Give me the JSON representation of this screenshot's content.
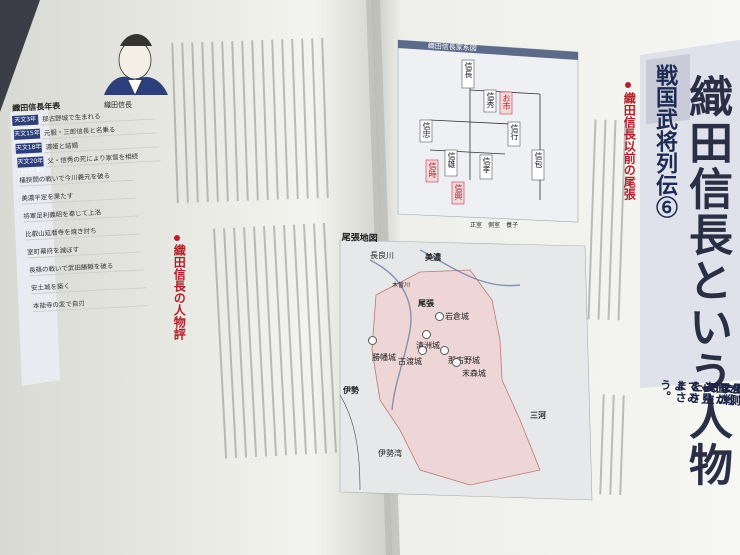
{
  "magazine": {
    "series_title": "戦国武将列伝⑥",
    "main_title": "織田信長という人物",
    "lead_lines": [
      "「天下布武」を掲げて、混沌とした戦",
      "の世を一気に駆け上がり武力による",
      "下統一まであと一歩のところまでた",
      "着いた織田信長。その人生をさまさ",
      "な側面から見てみよう。"
    ]
  },
  "left_page": {
    "portrait_caption": "織田信長",
    "chronology_title": "織田信長年表",
    "chronology": [
      {
        "year": "天文3年(1534年)",
        "text": "那古野城で生まれる"
      },
      {
        "year": "天文15年(1546年)",
        "text": "元服・三郎信長と名乗る"
      },
      {
        "year": "天文18年(1549年)",
        "text": "濃姫と結婚"
      },
      {
        "year": "天文20年(1551年)",
        "text": "父・信秀の死により家督を相続"
      },
      {
        "year": "",
        "text": "桶狭間の戦いで今川義元を破る"
      },
      {
        "year": "",
        "text": "美濃平定を果たす"
      },
      {
        "year": "",
        "text": "将軍足利義昭を奉じて上洛"
      },
      {
        "year": "",
        "text": "比叡山延暦寺を焼き討ち"
      },
      {
        "year": "",
        "text": "室町幕府を滅ぼす"
      },
      {
        "year": "",
        "text": "長篠の戦いで武田勝頼を破る"
      },
      {
        "year": "",
        "text": "安土城を築く"
      },
      {
        "year": "",
        "text": "本能寺の変で自刃"
      }
    ],
    "heading_1": "織田信長の人物評"
  },
  "right_page": {
    "family_tree_title": "織田信長家系図",
    "family_tree_names": [
      "信長",
      "信秀",
      "信行",
      "信包",
      "信忠",
      "信雄",
      "信孝",
      "お市",
      "信時",
      "信興"
    ],
    "legend": [
      "正室",
      "側室",
      "養子"
    ],
    "map_title": "尾張地図",
    "map_labels": {
      "top": "長良川",
      "mino": "美濃",
      "owari": "尾張",
      "ise": "伊勢",
      "mikawa": "三河",
      "isewan": "伊勢湾",
      "river_kiso": "木曽川"
    },
    "castles": [
      "岩倉城",
      "清洲城",
      "勝幡城",
      "古渡城",
      "那古野城",
      "末森城"
    ],
    "heading_2": "織田信長以前の尾張"
  }
}
